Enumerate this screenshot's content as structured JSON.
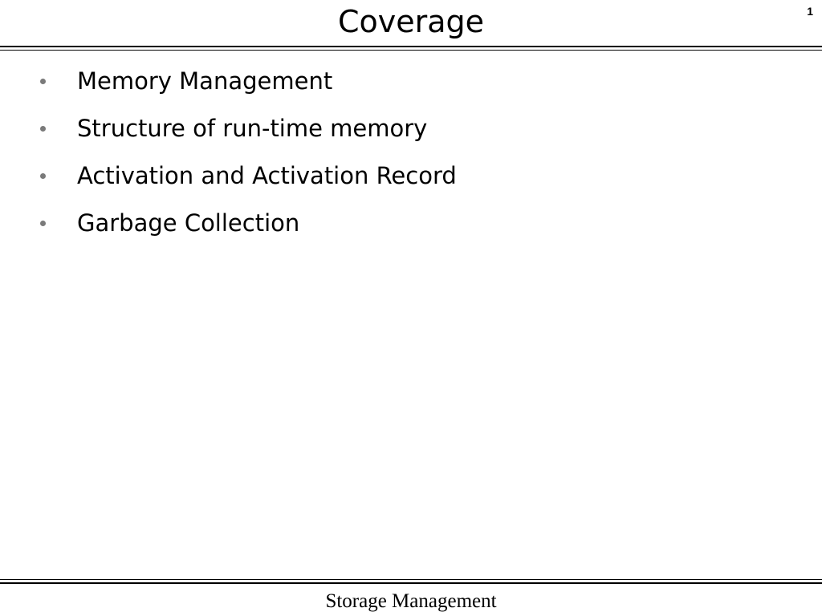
{
  "slide": {
    "title": "Coverage",
    "page_number": "1",
    "bullets": [
      "Memory Management",
      "Structure of run-time memory",
      "Activation and Activation Record",
      "Garbage Collection"
    ],
    "footer": "Storage Management"
  }
}
